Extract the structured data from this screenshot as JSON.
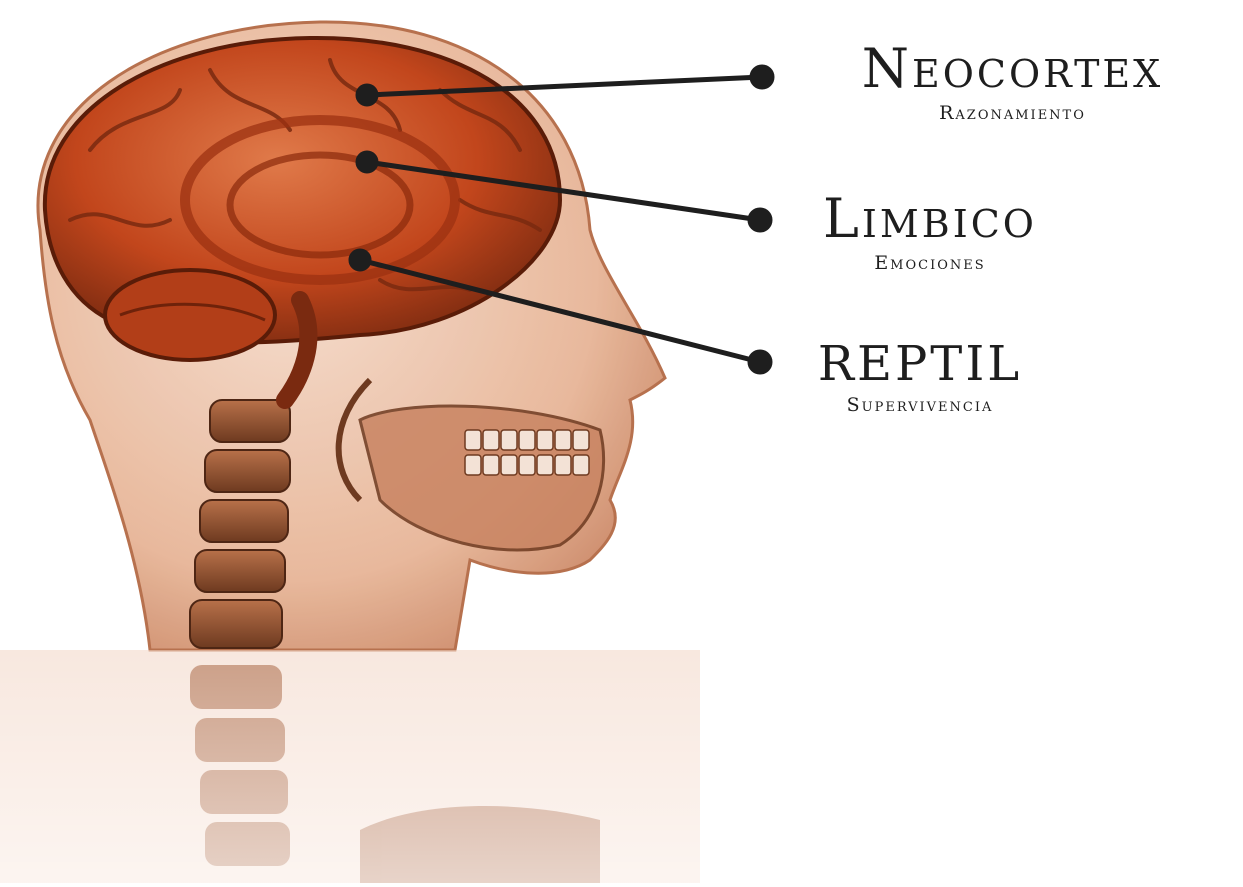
{
  "labels": {
    "neocortex": {
      "title": "Neocortex",
      "subtitle": "Razonamiento"
    },
    "limbico": {
      "title": "Limbico",
      "subtitle": "Emociones"
    },
    "reptil": {
      "title": "REPTIL",
      "subtitle": "Supervivencia"
    }
  },
  "colors": {
    "background": "#ffffff",
    "skin_tone": "#e8b79a",
    "bone_tone": "#8a4a2a",
    "brain_tone": "#c2461c",
    "leader_line": "#1e1e1e"
  },
  "icons": [
    "head-xray-illustration",
    "brain-illustration",
    "leader-dot"
  ]
}
